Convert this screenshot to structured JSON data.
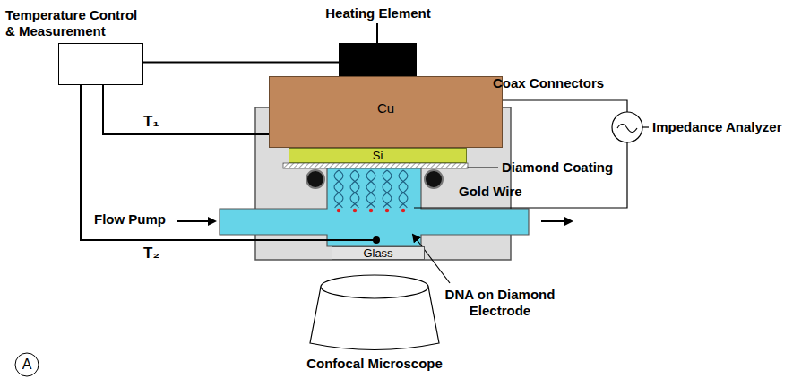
{
  "diagram": {
    "nodes": [
      {
        "text": [
          "Temperature Control & Measurement"
        ]
      },
      {
        "text": [
          "Heating Element"
        ]
      },
      {
        "text": [
          "Cu"
        ]
      },
      {
        "text": [
          "Si"
        ]
      },
      {
        "text": [
          "Glass"
        ]
      }
    ],
    "edges": [
      {
        "from": 0,
        "to": 1,
        "arrow": "none"
      },
      {
        "from": 0,
        "to": 2,
        "arrow": "none"
      }
    ],
    "labels": [
      "Coax Connectors",
      "Impedance Analyzer",
      "Diamond Coating",
      "Gold Wire",
      "T₁",
      "Flow Pump",
      "T₂",
      "DNA on Diamond Electrode",
      "Confocal Microscope",
      "A"
    ]
  }
}
